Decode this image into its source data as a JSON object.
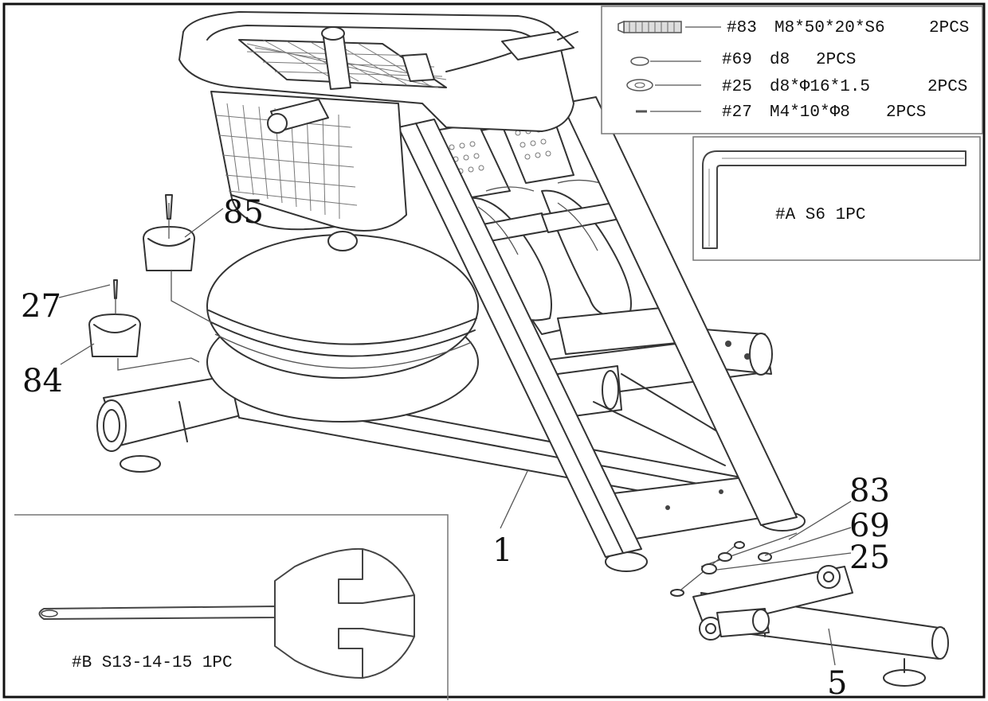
{
  "hardware_list": [
    {
      "icon": "bolt-icon",
      "code": "#83",
      "spec": "M8*50*20*S6",
      "qty": "2PCS"
    },
    {
      "icon": "washer-icon",
      "code": "#69",
      "spec": "d8",
      "qty": "2PCS"
    },
    {
      "icon": "flat-washer-icon",
      "code": "#25",
      "spec": "d8*Φ16*1.5",
      "qty": "2PCS"
    },
    {
      "icon": "screw-icon",
      "code": "#27",
      "spec": "M4*10*Φ8",
      "qty": "2PCS"
    }
  ],
  "tools": {
    "allen_key": {
      "icon": "allen-key-icon",
      "label": "#A S6 1PC"
    },
    "wrench": {
      "icon": "spanner-icon",
      "label": "#B S13-14-15 1PC"
    }
  },
  "callouts": {
    "p85": "85",
    "p27": "27",
    "p84": "84",
    "p1": "1",
    "p83": "83",
    "p69": "69",
    "p25": "25",
    "p5": "5"
  }
}
